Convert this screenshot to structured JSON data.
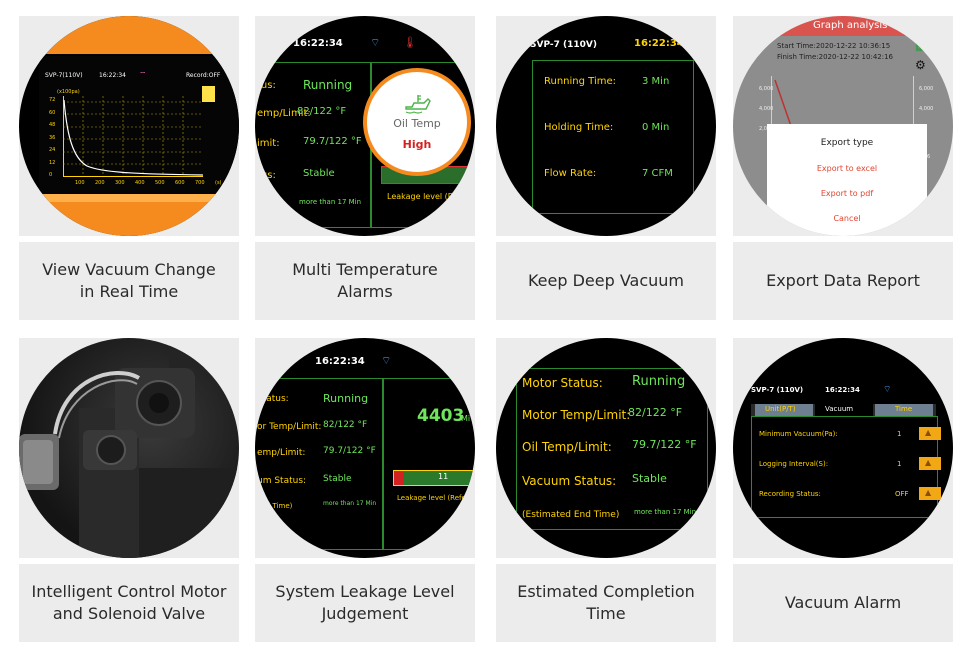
{
  "cards": [
    {
      "caption": [
        "View Vacuum Change",
        "in Real Time"
      ]
    },
    {
      "caption": [
        "Multi Temperature",
        "Alarms"
      ]
    },
    {
      "caption": [
        "Keep Deep Vacuum"
      ]
    },
    {
      "caption": [
        "Export Data Report"
      ]
    },
    {
      "caption": [
        "Intelligent Control Motor",
        "and Solenoid Valve"
      ]
    },
    {
      "caption": [
        "System Leakage Level",
        "Judgement"
      ]
    },
    {
      "caption": [
        "Estimated Completion",
        "Time"
      ]
    },
    {
      "caption": [
        "Vacuum Alarm"
      ]
    }
  ],
  "s1": {
    "model": "SVP-7(110V)",
    "time": "16:22:34",
    "record": "Record:OFF",
    "unit": "(x100pa)",
    "y_ticks": [
      "72",
      "60",
      "48",
      "36",
      "24",
      "12",
      "0"
    ],
    "x_ticks": [
      "100",
      "200",
      "300",
      "400",
      "500",
      "600",
      "700",
      "(s)"
    ]
  },
  "s2": {
    "time": "16:22:34",
    "rows": [
      {
        "label": "tus:",
        "value": "Running"
      },
      {
        "label": "emp/Limit:",
        "value": "82/122 °F"
      },
      {
        "label": "imit:",
        "value": "79.7/122 °F"
      },
      {
        "label": "tus:",
        "value": "Stable"
      },
      {
        "label": "",
        "value": "more than 17 Min"
      }
    ],
    "popup_title": "Oil Temp",
    "popup_status": "High",
    "leak": "Leakage level  (R"
  },
  "s3": {
    "model": "SVP-7 (110V)",
    "time": "16:22:34",
    "rows": [
      {
        "label": "Running Time:",
        "value": "3 Min"
      },
      {
        "label": "Holding Time:",
        "value": "0 Min"
      },
      {
        "label": "Flow Rate:",
        "value": "7 CFM"
      }
    ]
  },
  "s4": {
    "header": "Graph analysis",
    "start": "Start Time:2020-12-22 10:36:15",
    "finish": "Finish Time:2020-12-22 10:42:16",
    "ticks_left": [
      "6,000",
      "4,000",
      "2,0"
    ],
    "ticks_right": [
      "6,000",
      "4,000",
      "2,16"
    ],
    "dialog_title": "Export type",
    "options": [
      "Export to excel",
      "Export to pdf",
      "Cancel"
    ]
  },
  "s6": {
    "time": "16:22:34",
    "rows": [
      {
        "label": "Status:",
        "value": "Running"
      },
      {
        "label": "or Temp/Limit:",
        "value": "82/122 °F"
      },
      {
        "label": "emp/Limit:",
        "value": "79.7/122 °F"
      },
      {
        "label": "um Status:",
        "value": "Stable"
      },
      {
        "label": "End Time)",
        "value": "more than 17 Min"
      }
    ],
    "big": "4403",
    "big_unit": "Mi",
    "leak_value": "11",
    "leak_fraction": 0.1,
    "leak_label": "Leakage level  (Refe"
  },
  "s7": {
    "rows": [
      {
        "label": "Motor Status:",
        "value": "Running"
      },
      {
        "label": "Motor Temp/Limit:",
        "value": "82/122 °F"
      },
      {
        "label": "Oil Temp/Limit:",
        "value": "79.7/122 °F"
      },
      {
        "label": "Vacuum Status:",
        "value": "Stable"
      },
      {
        "label": "(Estimated End Time)",
        "value": "more than 17 Min"
      }
    ]
  },
  "s8": {
    "model": "SVP-7 (110V)",
    "time": "16:22:34",
    "tabs": [
      "Unit(P/T)",
      "Vacuum",
      "Time"
    ],
    "rows": [
      {
        "label": "Minimum Vacuum(Pa):",
        "value": "1"
      },
      {
        "label": "Logging Interval(S):",
        "value": "1"
      },
      {
        "label": "Recording Status:",
        "value": "OFF"
      }
    ]
  }
}
